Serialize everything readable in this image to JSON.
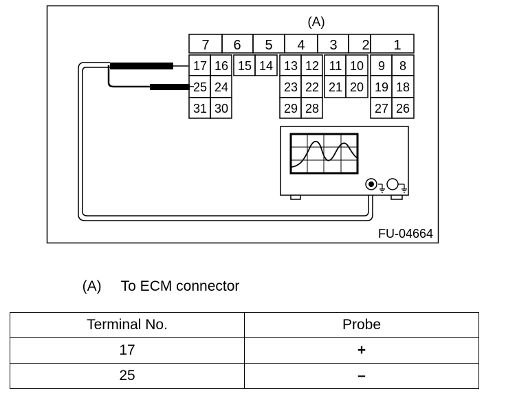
{
  "diagram": {
    "connector_label": "(A)",
    "figure_id": "FU-04664",
    "header_numbers": [
      "7",
      "6",
      "5",
      "4",
      "3",
      "2",
      "1"
    ],
    "pins": [
      "17",
      "16",
      "15",
      "14",
      "13",
      "12",
      "11",
      "10",
      "9",
      "8",
      "25",
      "24",
      "23",
      "22",
      "21",
      "20",
      "19",
      "18",
      "31",
      "30",
      "29",
      "28",
      "27",
      "26"
    ]
  },
  "caption": {
    "tag": "(A)",
    "text": "To ECM connector"
  },
  "table": {
    "headers": [
      "Terminal No.",
      "Probe"
    ],
    "rows": [
      [
        "17",
        "+"
      ],
      [
        "25",
        "–"
      ]
    ]
  }
}
